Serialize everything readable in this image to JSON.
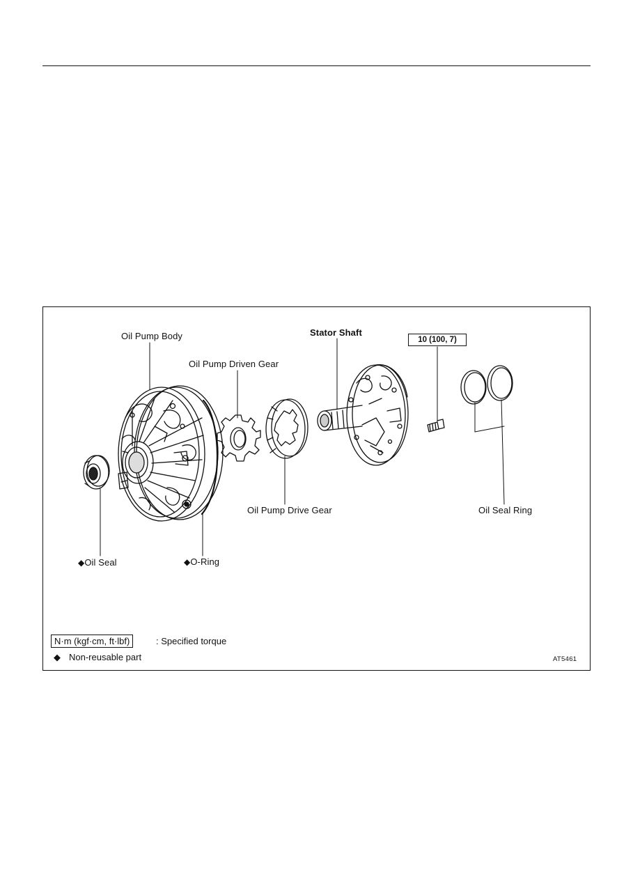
{
  "labels": {
    "oil_pump_body": "Oil Pump Body",
    "oil_pump_driven_gear": "Oil Pump Driven Gear",
    "stator_shaft": "Stator Shaft",
    "torque_value": "10 (100, 7)",
    "oil_pump_drive_gear": "Oil Pump Drive Gear",
    "oil_seal_ring": "Oil Seal Ring",
    "oil_seal": "Oil Seal",
    "o_ring": "O-Ring",
    "non_reusable_marker": "◆"
  },
  "legend": {
    "torque_unit": "N·m (kgf·cm, ft·lbf)",
    "torque_desc": ":  Specified torque",
    "marker": "◆",
    "non_reusable_desc": "Non-reusable part"
  },
  "figure_code": "AT5461"
}
